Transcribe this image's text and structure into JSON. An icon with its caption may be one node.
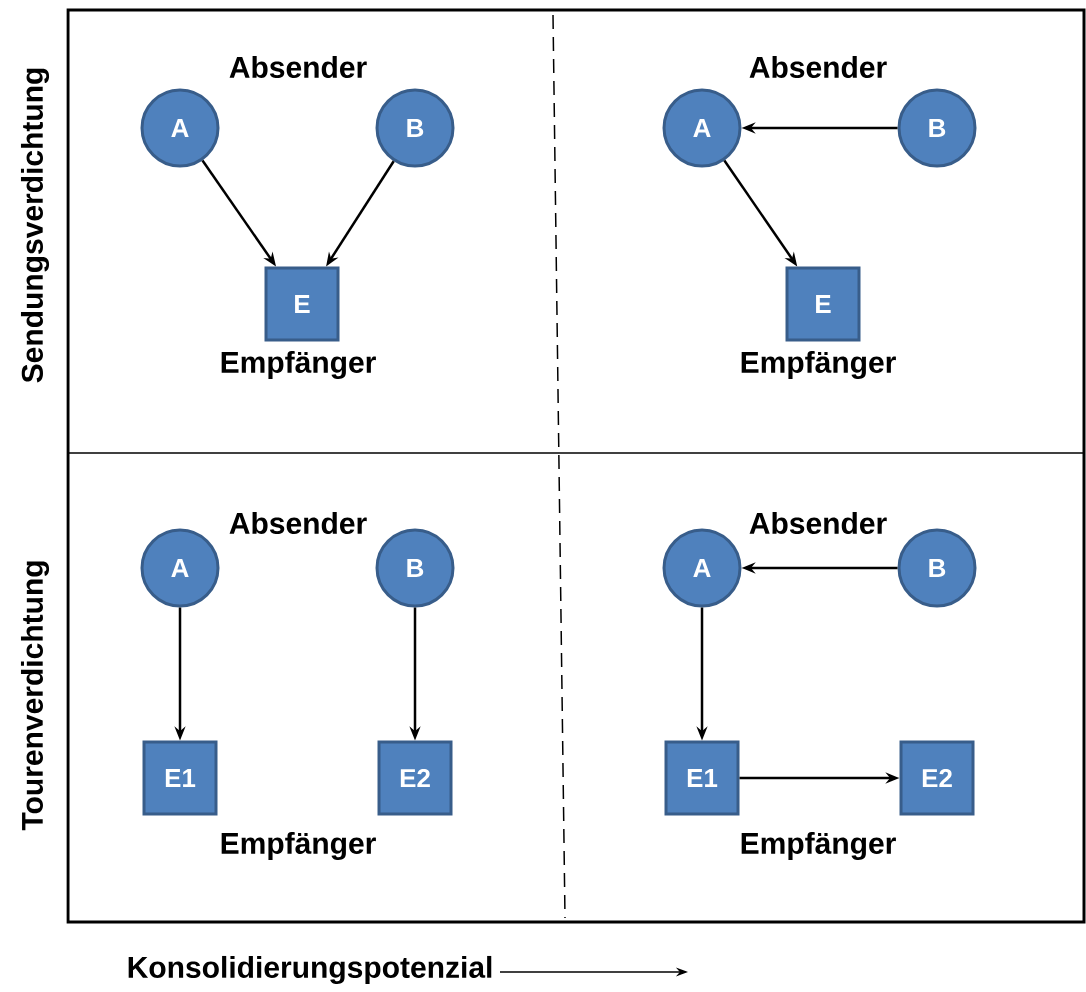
{
  "diagram": {
    "nodes": [
      {
        "text": [
          "A"
        ]
      },
      {
        "text": [
          "B"
        ]
      },
      {
        "text": [
          "E"
        ]
      },
      {
        "text": [
          "A"
        ]
      },
      {
        "text": [
          "B"
        ]
      },
      {
        "text": [
          "E"
        ]
      },
      {
        "text": [
          "A"
        ]
      },
      {
        "text": [
          "B"
        ]
      },
      {
        "text": [
          "E1"
        ]
      },
      {
        "text": [
          "E2"
        ]
      },
      {
        "text": [
          "A"
        ]
      },
      {
        "text": [
          "B"
        ]
      },
      {
        "text": [
          "E1"
        ]
      },
      {
        "text": [
          "E2"
        ]
      }
    ],
    "edges": [
      {
        "from": 0,
        "to": 2,
        "arrow": "to"
      },
      {
        "from": 1,
        "to": 2,
        "arrow": "to"
      },
      {
        "from": 4,
        "to": 3,
        "arrow": "to"
      },
      {
        "from": 3,
        "to": 5,
        "arrow": "to"
      },
      {
        "from": 6,
        "to": 8,
        "arrow": "to"
      },
      {
        "from": 7,
        "to": 9,
        "arrow": "to"
      },
      {
        "from": 11,
        "to": 10,
        "arrow": "to"
      },
      {
        "from": 10,
        "to": 12,
        "arrow": "to"
      },
      {
        "from": 12,
        "to": 13,
        "arrow": "to"
      }
    ],
    "labels": [
      "Sendungsverdichtung",
      "Absender",
      "Absender",
      "Empfänger",
      "Empfänger",
      "Tourenverdichtung",
      "Absender",
      "Absender",
      "Empfänger",
      "Empfänger",
      "Konsolidierungspotenzial"
    ]
  }
}
